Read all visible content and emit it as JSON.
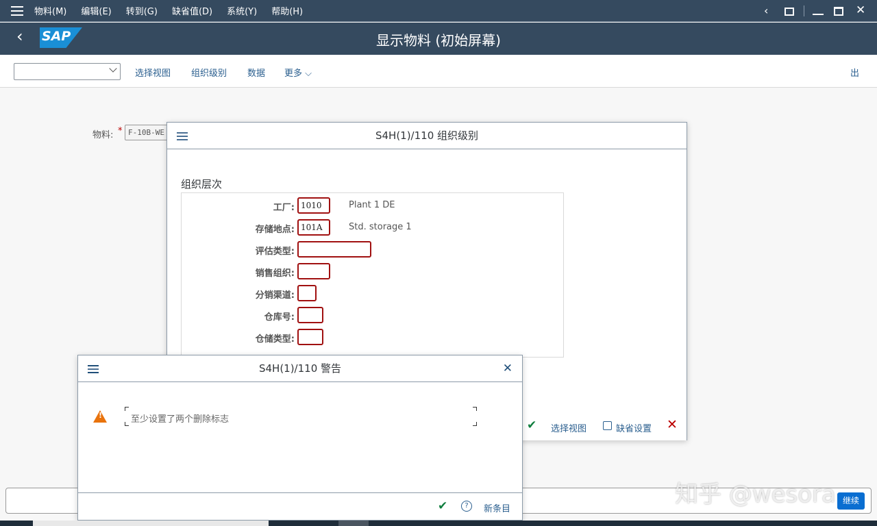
{
  "menubar": {
    "items": [
      "物料(M)",
      "编辑(E)",
      "转到(G)",
      "缺省值(D)",
      "系统(Y)",
      "帮助(H)"
    ]
  },
  "titlebar": {
    "logo": "SAP",
    "title": "显示物料 (初始屏幕)"
  },
  "toolbar": {
    "dropdown_value": "",
    "links": [
      "选择视图",
      "组织级别",
      "数据",
      "更多"
    ],
    "exit_label": "出"
  },
  "main": {
    "material_label": "物料:",
    "material_value": "F-10B-WE"
  },
  "org_dialog": {
    "title": "S4H(1)/110 组织级别",
    "section": "组织层次",
    "fields": [
      {
        "label": "工厂:",
        "value": "1010",
        "desc": "Plant 1 DE"
      },
      {
        "label": "存储地点:",
        "value": "101A",
        "desc": "Std. storage 1"
      },
      {
        "label": "评估类型:",
        "value": "",
        "desc": ""
      },
      {
        "label": "销售组织:",
        "value": "",
        "desc": ""
      },
      {
        "label": "分销渠道:",
        "value": "",
        "desc": ""
      },
      {
        "label": "仓库号:",
        "value": "",
        "desc": ""
      },
      {
        "label": "仓储类型:",
        "value": "",
        "desc": ""
      }
    ],
    "footer": {
      "select_views": "选择视图",
      "default_settings": "缺省设置"
    }
  },
  "warning_dialog": {
    "title": "S4H(1)/110 警告",
    "message": "至少设置了两个删除标志",
    "footer": {
      "new_entry": "新条目"
    }
  },
  "statusbar": {
    "command_value": "",
    "continue_label": "继续"
  },
  "watermark": "知乎 @wesora",
  "colors": {
    "shell": "#354a5f",
    "link": "#2b5f8f",
    "error_border": "#a01010",
    "warning": "#e9730c",
    "accept": "#107e3e",
    "reject": "#bb0000",
    "primary_button": "#0a6ed1"
  }
}
